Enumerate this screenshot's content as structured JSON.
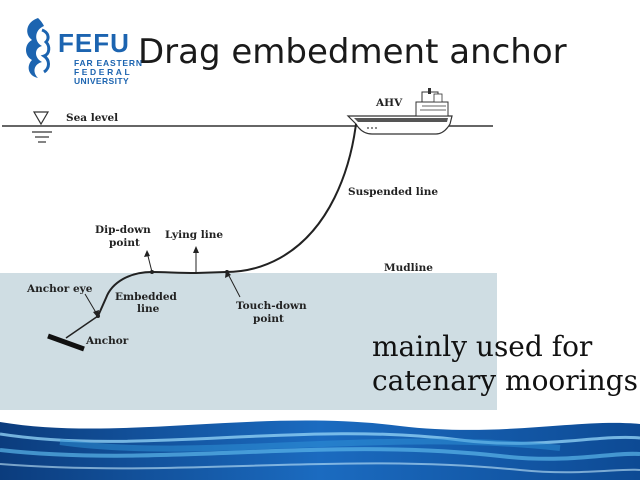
{
  "logo": {
    "main": "FEFU",
    "line1": "FAR EASTERN",
    "line2": "FEDERAL",
    "line3": "UNIVERSITY"
  },
  "title": "Drag embedment anchor",
  "diagram": {
    "sea_level": "Sea level",
    "ahv": "AHV",
    "suspended_line": "Suspended line",
    "dip_down_1": "Dip-down",
    "dip_down_2": "point",
    "lying_line": "Lying  line",
    "mudline": "Mudline",
    "anchor_eye": "Anchor eye",
    "embedded_1": "Embedded",
    "embedded_2": "line",
    "touch_down_1": "Touch-down",
    "touch_down_2": "point",
    "anchor": "Anchor"
  },
  "note": {
    "line1": "mainly used for",
    "line2": "catenary moorings"
  },
  "colors": {
    "seabed": "#cfdde3",
    "brand_blue": "#1c64b0",
    "footer_dark": "#0b3c7d",
    "footer_light": "#3fa7e2"
  }
}
